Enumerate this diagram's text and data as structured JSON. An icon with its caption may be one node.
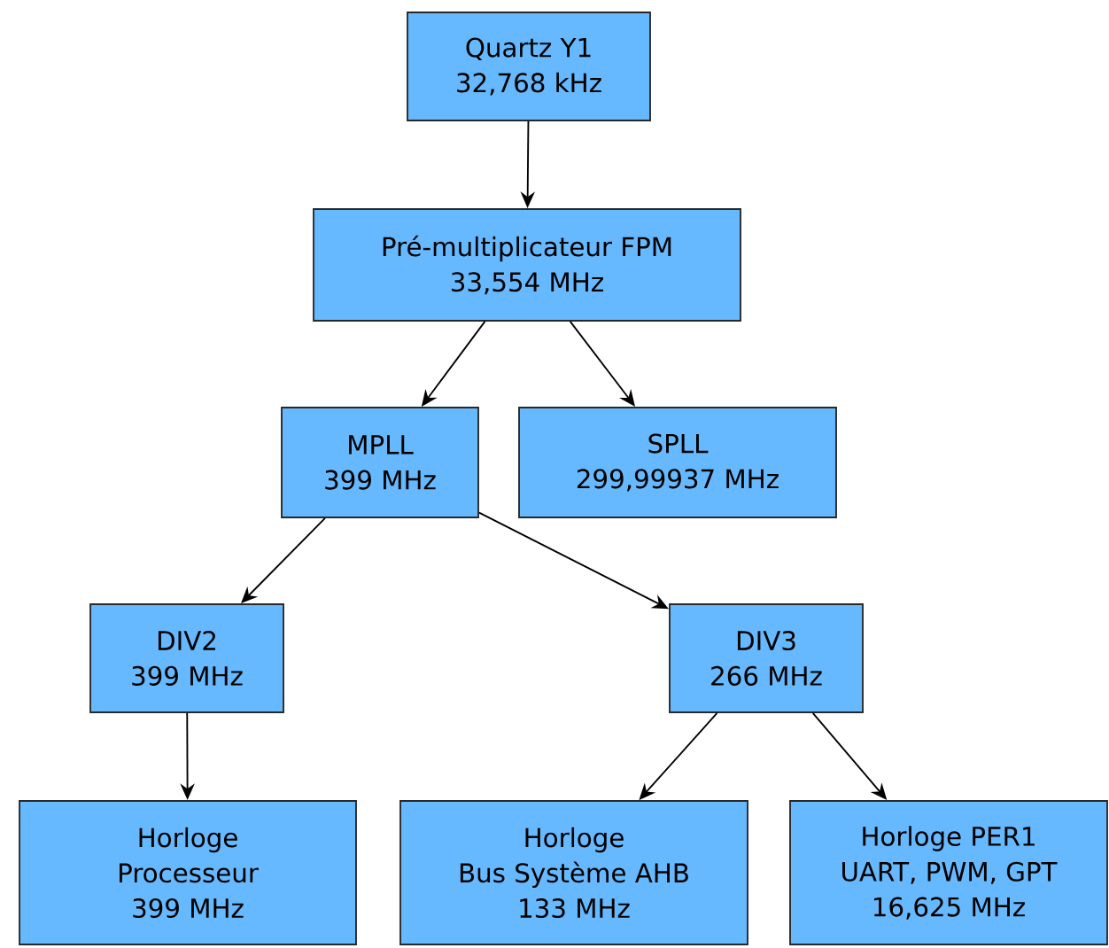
{
  "diagram": {
    "nodes": [
      {
        "text": [
          "Quartz Y1",
          "32,768 kHz"
        ]
      },
      {
        "text": [
          "Pré-multiplicateur FPM",
          "33,554 MHz"
        ]
      },
      {
        "text": [
          "MPLL",
          "399 MHz"
        ]
      },
      {
        "text": [
          "SPLL",
          "299,99937 MHz"
        ]
      },
      {
        "text": [
          "DIV2",
          "399 MHz"
        ]
      },
      {
        "text": [
          "DIV3",
          "266 MHz"
        ]
      },
      {
        "text": [
          "Horloge",
          "Processeur",
          "399 MHz"
        ]
      },
      {
        "text": [
          "Horloge",
          "Bus Système AHB",
          "133 MHz"
        ]
      },
      {
        "text": [
          "Horloge PER1",
          "UART, PWM, GPT",
          "16,625 MHz"
        ]
      }
    ],
    "edges": [
      {
        "from": 0,
        "to": 1,
        "arrow": "to"
      },
      {
        "from": 1,
        "to": 2,
        "arrow": "to"
      },
      {
        "from": 1,
        "to": 3,
        "arrow": "to"
      },
      {
        "from": 2,
        "to": 4,
        "arrow": "to"
      },
      {
        "from": 2,
        "to": 5,
        "arrow": "to"
      },
      {
        "from": 4,
        "to": 6,
        "arrow": "to"
      },
      {
        "from": 5,
        "to": 7,
        "arrow": "to"
      },
      {
        "from": 5,
        "to": 8,
        "arrow": "to"
      }
    ]
  }
}
